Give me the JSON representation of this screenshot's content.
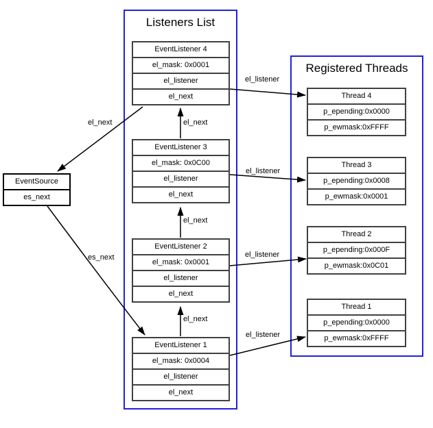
{
  "colors": {
    "background": "#ffffff",
    "container_border": "#2121dd",
    "record_border": "#404040",
    "source_border": "#000000",
    "arrow": "#000000"
  },
  "event_source": {
    "title": "EventSource",
    "rows": [
      "es_next"
    ]
  },
  "listeners": {
    "title": "Listeners List",
    "items": [
      {
        "title": "EventListener 4",
        "rows": [
          "el_mask: 0x0001",
          "el_listener",
          "el_next"
        ]
      },
      {
        "title": "EventListener 3",
        "rows": [
          "el_mask: 0x0C00",
          "el_listener",
          "el_next"
        ]
      },
      {
        "title": "EventListener 2",
        "rows": [
          "el_mask: 0x0001",
          "el_listener",
          "el_next"
        ]
      },
      {
        "title": "EventListener 1",
        "rows": [
          "el_mask: 0x0004",
          "el_listener",
          "el_next"
        ]
      }
    ]
  },
  "threads": {
    "title": "Registered Threads",
    "items": [
      {
        "title": "Thread 4",
        "rows": [
          "p_epending:0x0000",
          "p_ewmask:0xFFFF"
        ]
      },
      {
        "title": "Thread 3",
        "rows": [
          "p_epending:0x0008",
          "p_ewmask:0x0001"
        ]
      },
      {
        "title": "Thread 2",
        "rows": [
          "p_epending:0x000F",
          "p_ewmask:0x0C01"
        ]
      },
      {
        "title": "Thread 1",
        "rows": [
          "p_epending:0x0000",
          "p_ewmask:0xFFFF"
        ]
      }
    ]
  },
  "edges": [
    {
      "from": "EventListener 4.el_next",
      "to": "EventSource",
      "label": "el_next"
    },
    {
      "from": "EventSource.es_next",
      "to": "EventListener 1",
      "label": "es_next"
    },
    {
      "from": "EventListener 1.el_next",
      "to": "EventListener 2",
      "label": "el_next"
    },
    {
      "from": "EventListener 2.el_next",
      "to": "EventListener 3",
      "label": "el_next"
    },
    {
      "from": "EventListener 3.el_next",
      "to": "EventListener 4",
      "label": "el_next"
    },
    {
      "from": "EventListener 4.el_listener",
      "to": "Thread 4",
      "label": "el_listener"
    },
    {
      "from": "EventListener 3.el_listener",
      "to": "Thread 3",
      "label": "el_listener"
    },
    {
      "from": "EventListener 2.el_listener",
      "to": "Thread 2",
      "label": "el_listener"
    },
    {
      "from": "EventListener 1.el_listener",
      "to": "Thread 1",
      "label": "el_listener"
    }
  ]
}
